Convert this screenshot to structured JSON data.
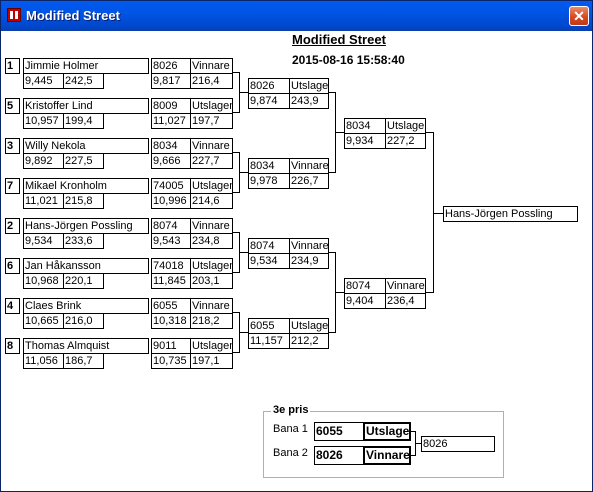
{
  "window": {
    "title": "Modified Street",
    "close_glyph": "✕"
  },
  "header": {
    "title": "Modified Street",
    "datetime": "2015-08-16 15:58:40"
  },
  "round1": [
    {
      "seed": "1",
      "name": "Jimmie Holmer",
      "reaction": "9,445",
      "speed": "242,5",
      "id": "8026",
      "result": "Vinnare",
      "time": "9,817",
      "speed2": "216,4"
    },
    {
      "seed": "5",
      "name": "Kristoffer Lind",
      "reaction": "10,957",
      "speed": "199,4",
      "id": "8009",
      "result": "Utslagen",
      "time": "11,027",
      "speed2": "197,7"
    },
    {
      "seed": "3",
      "name": "Willy Nekola",
      "reaction": "9,892",
      "speed": "227,5",
      "id": "8034",
      "result": "Vinnare",
      "time": "9,666",
      "speed2": "227,7"
    },
    {
      "seed": "7",
      "name": "Mikael Kronholm",
      "reaction": "11,021",
      "speed": "215,8",
      "id": "74005",
      "result": "Utslagen",
      "time": "10,996",
      "speed2": "214,6"
    },
    {
      "seed": "2",
      "name": "Hans-Jörgen Possling",
      "reaction": "9,534",
      "speed": "233,6",
      "id": "8074",
      "result": "Vinnare",
      "time": "9,543",
      "speed2": "234,8"
    },
    {
      "seed": "6",
      "name": "Jan Håkansson",
      "reaction": "10,968",
      "speed": "220,1",
      "id": "74018",
      "result": "Utslagen",
      "time": "11,845",
      "speed2": "203,1"
    },
    {
      "seed": "4",
      "name": "Claes Brink",
      "reaction": "10,665",
      "speed": "216,0",
      "id": "6055",
      "result": "Vinnare",
      "time": "10,318",
      "speed2": "218,2"
    },
    {
      "seed": "8",
      "name": "Thomas Almquist",
      "reaction": "11,056",
      "speed": "186,7",
      "id": "9011",
      "result": "Utslagen",
      "time": "10,735",
      "speed2": "197,1"
    }
  ],
  "round2": [
    {
      "id": "8026",
      "result": "Utslagen",
      "time": "9,874",
      "speed": "243,9"
    },
    {
      "id": "8034",
      "result": "Vinnare",
      "time": "9,978",
      "speed": "226,7"
    },
    {
      "id": "8074",
      "result": "Vinnare",
      "time": "9,534",
      "speed": "234,9"
    },
    {
      "id": "6055",
      "result": "Utslagen",
      "time": "11,157",
      "speed": "212,2"
    }
  ],
  "round3": [
    {
      "id": "8034",
      "result": "Utslagen",
      "time": "9,934",
      "speed": "227,2"
    },
    {
      "id": "8074",
      "result": "Vinnare",
      "time": "9,404",
      "speed": "236,4"
    }
  ],
  "winner": {
    "name": "Hans-Jörgen Possling"
  },
  "third_place": {
    "label": "3e pris",
    "lanes": [
      {
        "lane": "Bana 1",
        "id": "6055",
        "result": "Utslagen"
      },
      {
        "lane": "Bana 2",
        "id": "8026",
        "result": "Vinnare"
      }
    ],
    "winner": "8026"
  }
}
